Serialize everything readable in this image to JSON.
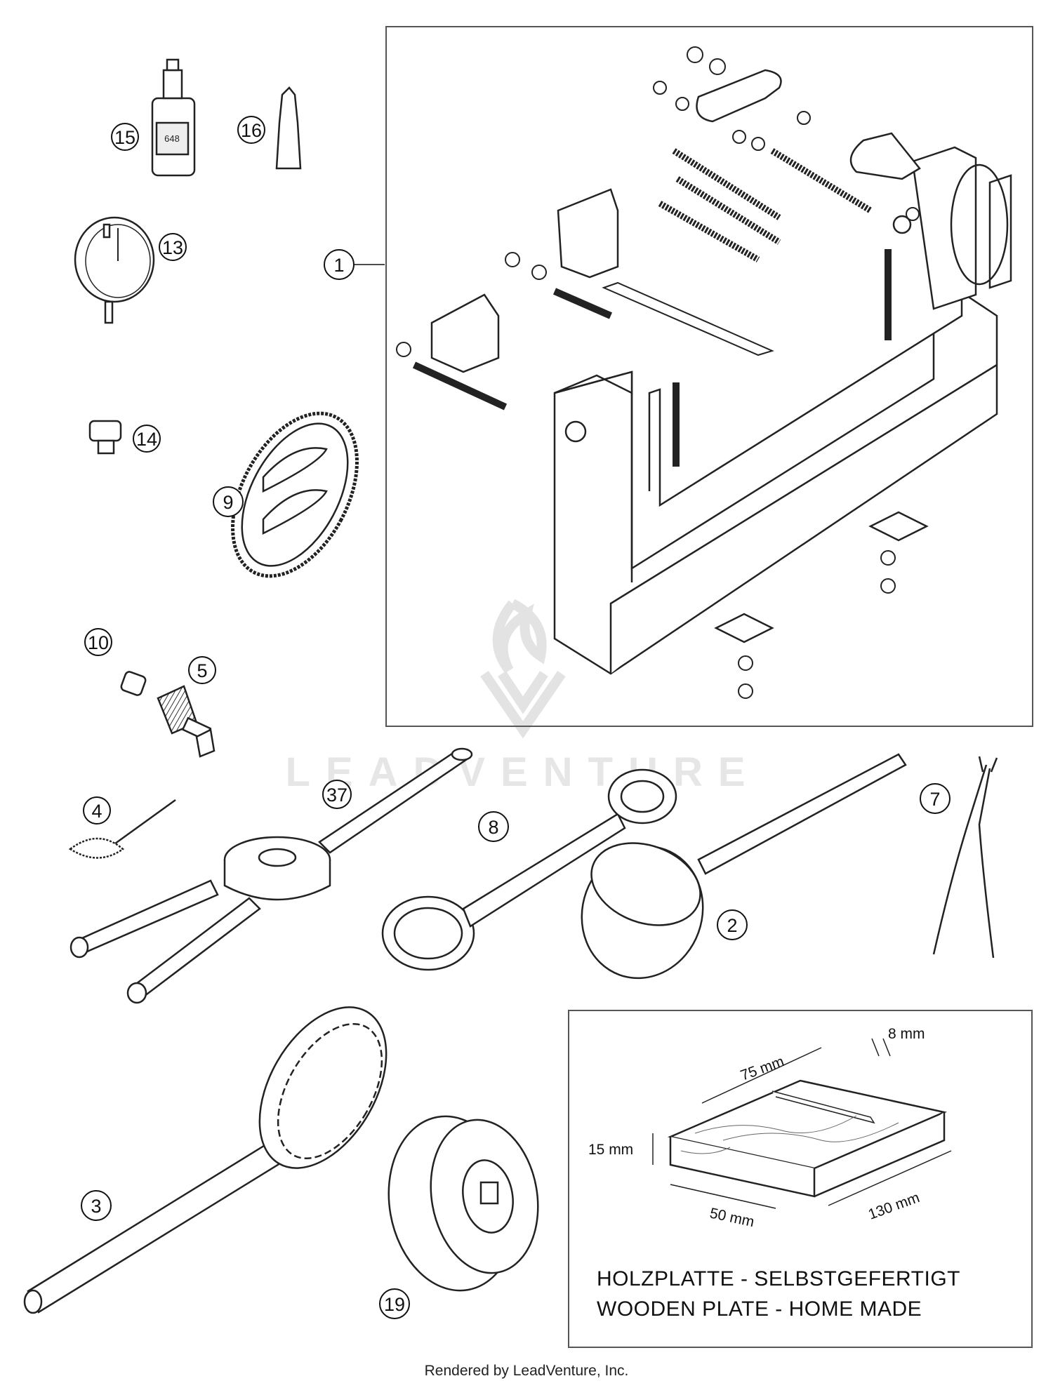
{
  "callouts": {
    "c1": "1",
    "c2": "2",
    "c3": "3",
    "c4": "4",
    "c5": "5",
    "c7": "7",
    "c8": "8",
    "c9": "9",
    "c10": "10",
    "c13": "13",
    "c14": "14",
    "c15": "15",
    "c16": "16",
    "c19": "19",
    "c37": "37"
  },
  "bottle_label": "648",
  "inset": {
    "dimensions": {
      "length_75": "75 mm",
      "slot_8": "8 mm",
      "height_15": "15 mm",
      "length_130": "130 mm",
      "width_50": "50 mm"
    },
    "caption_de": "HOLZPLATTE - SELBSTGEFERTIGT",
    "caption_en": "WOODEN PLATE - HOME MADE"
  },
  "watermark": "LEADVENTURE",
  "footer": "Rendered by LeadVenture, Inc."
}
